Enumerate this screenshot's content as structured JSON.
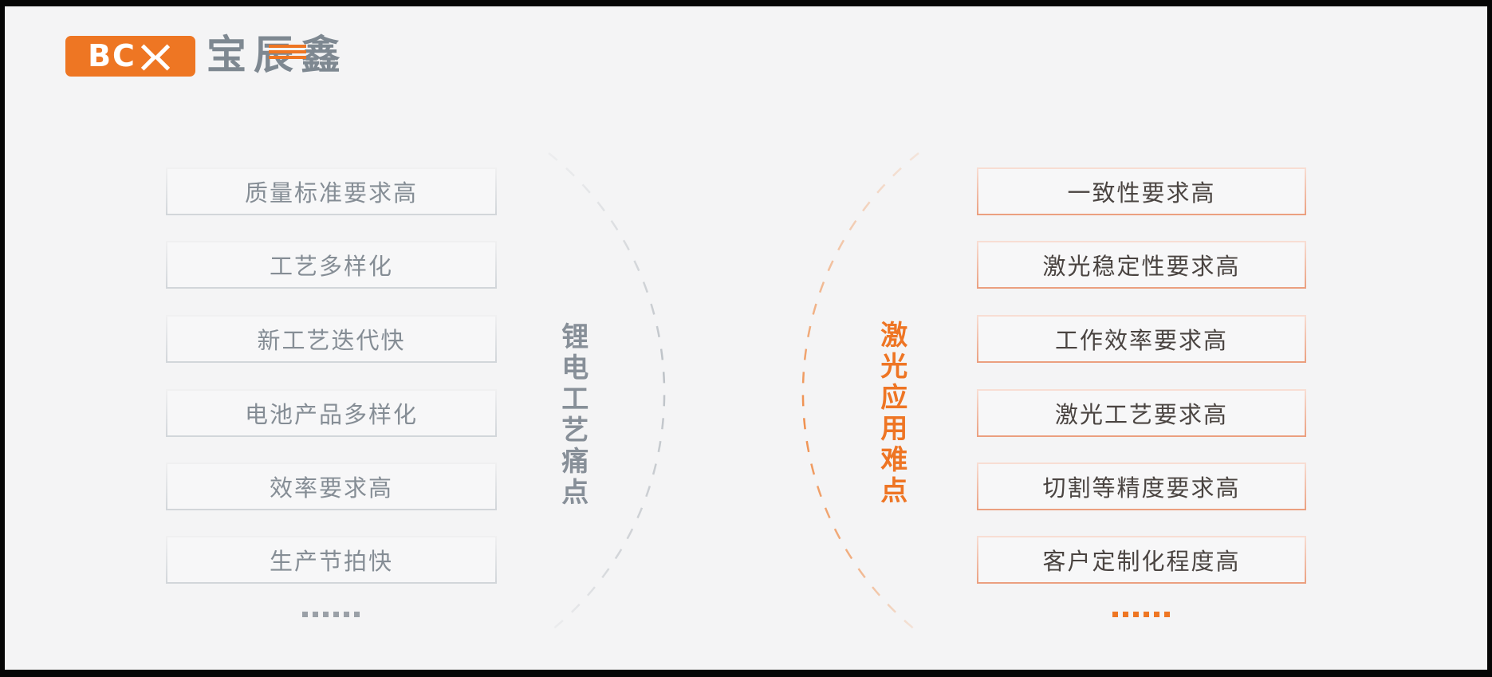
{
  "logo": {
    "abbr": "BC",
    "x_mark": "X",
    "company": "宝辰鑫"
  },
  "left_panel": {
    "title": "锂电工艺痛点",
    "items": [
      "质量标准要求高",
      "工艺多样化",
      "新工艺迭代快",
      "电池产品多样化",
      "效率要求高",
      "生产节拍快"
    ],
    "more": "......"
  },
  "right_panel": {
    "title": "激光应用难点",
    "items": [
      "一致性要求高",
      "激光稳定性要求高",
      "工作效率要求高",
      "激光工艺要求高",
      "切割等精度要求高",
      "客户定制化程度高"
    ],
    "more": "......"
  },
  "colors": {
    "accent_orange": "#ee7623",
    "gray_title": "#878f98",
    "left_box_text": "#858d95",
    "right_box_text": "#4a4441",
    "slide_background": "#f4f4f5"
  }
}
